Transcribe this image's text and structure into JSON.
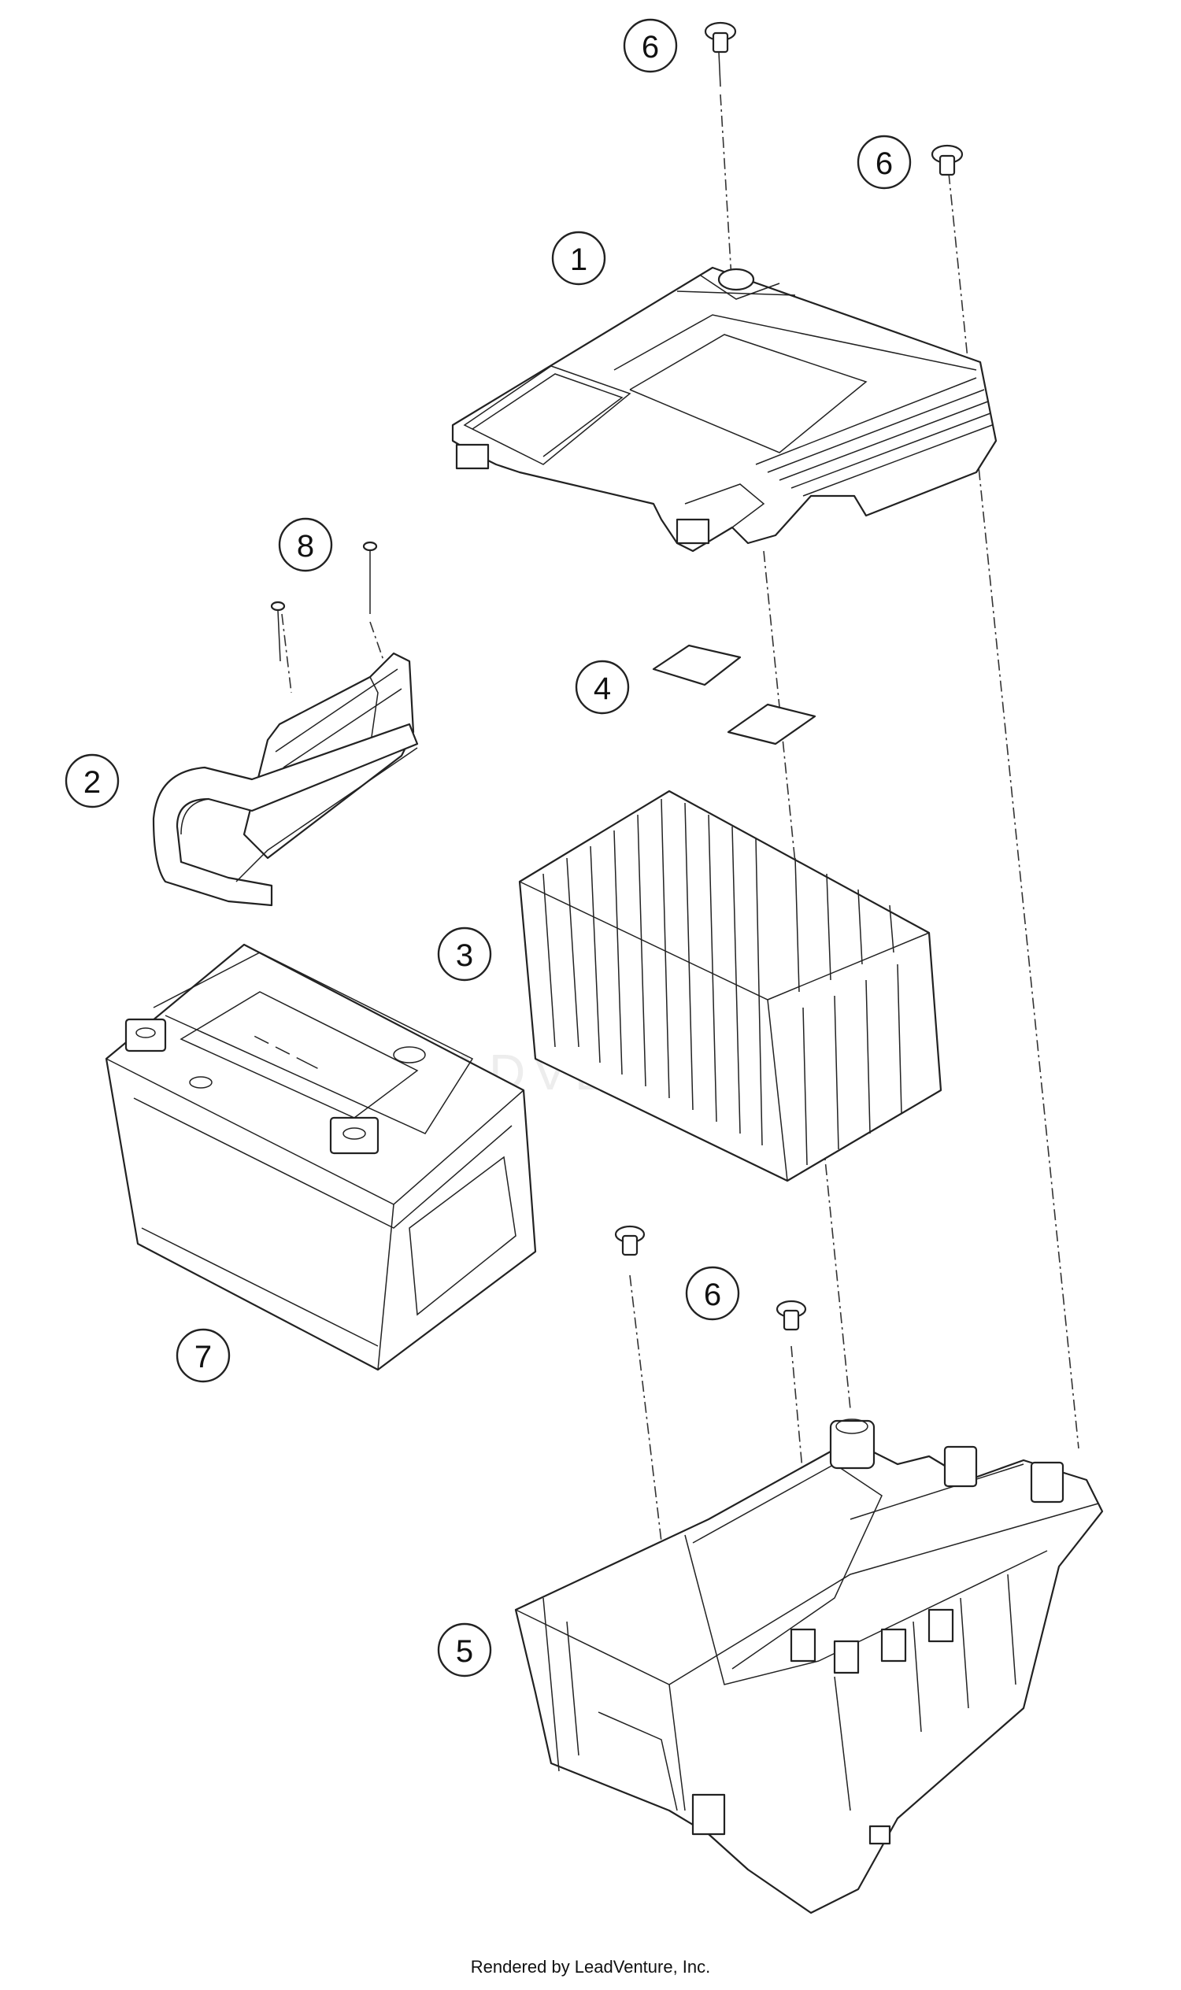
{
  "callouts": {
    "c1": "1",
    "c2": "2",
    "c3": "3",
    "c4": "4",
    "c5": "5",
    "c6a": "6",
    "c6b": "6",
    "c6c": "6",
    "c7": "7",
    "c8": "8"
  },
  "watermark": "LEADVENTURE",
  "footer": "Rendered by LeadVenture, Inc."
}
